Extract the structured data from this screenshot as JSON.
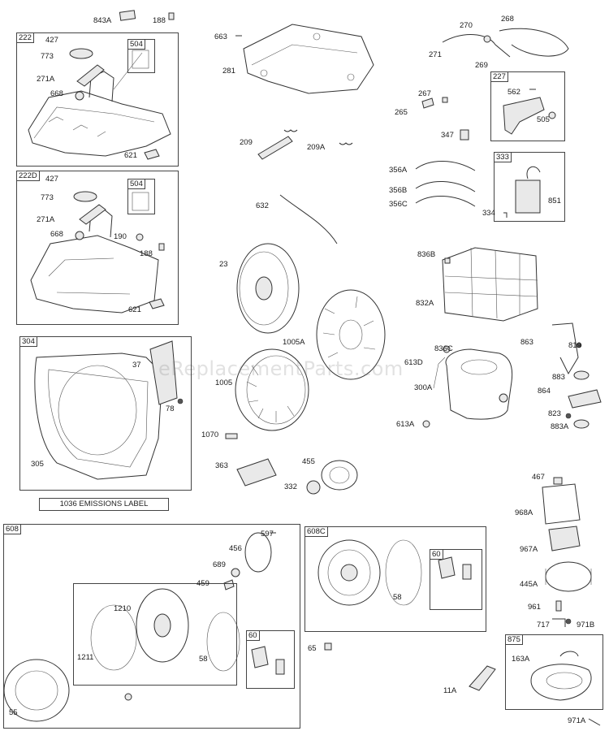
{
  "watermark": "eReplacementParts.com",
  "boxes": {
    "b222": "222",
    "b504a": "504",
    "b222d": "222D",
    "b504b": "504",
    "b304": "304",
    "b227": "227",
    "b333": "333",
    "b608": "608",
    "b60a": "60",
    "b608c": "608C",
    "b60b": "60",
    "b875": "875"
  },
  "emissions_label": "1036 EMISSIONS LABEL",
  "parts": {
    "p843A": "843A",
    "p188a": "188",
    "p427a": "427",
    "p773a": "773",
    "p271Aa": "271A",
    "p668a": "668",
    "p621a": "621",
    "p427b": "427",
    "p773b": "773",
    "p271Ab": "271A",
    "p668b": "668",
    "p190": "190",
    "p188b": "188",
    "p621b": "621",
    "p37": "37",
    "p78": "78",
    "p305": "305",
    "p663": "663",
    "p281": "281",
    "p209": "209",
    "p209A": "209A",
    "p632": "632",
    "p23": "23",
    "p1005A": "1005A",
    "p1005": "1005",
    "p1070": "1070",
    "p363": "363",
    "p455": "455",
    "p332": "332",
    "p270": "270",
    "p268": "268",
    "p271": "271",
    "p269": "269",
    "p267": "267",
    "p265": "265",
    "p562": "562",
    "p505": "505",
    "p347": "347",
    "p356A": "356A",
    "p356B": "356B",
    "p356C": "356C",
    "p851": "851",
    "p334": "334",
    "p836B": "836B",
    "p832A": "832A",
    "p836C": "836C",
    "p613D": "613D",
    "p300A": "300A",
    "p613A": "613A",
    "p863": "863",
    "p819": "819",
    "p883": "883",
    "p864": "864",
    "p823": "823",
    "p883A": "883A",
    "p467": "467",
    "p968A": "968A",
    "p967A": "967A",
    "p445A": "445A",
    "p961": "961",
    "p717": "717",
    "p971B": "971B",
    "p163A": "163A",
    "p971A": "971A",
    "p11A": "11A",
    "p65": "65",
    "p456": "456",
    "p597": "597",
    "p689": "689",
    "p459": "459",
    "p1210": "1210",
    "p1211": "1211",
    "p58a": "58",
    "p55": "55",
    "p58b": "58"
  }
}
